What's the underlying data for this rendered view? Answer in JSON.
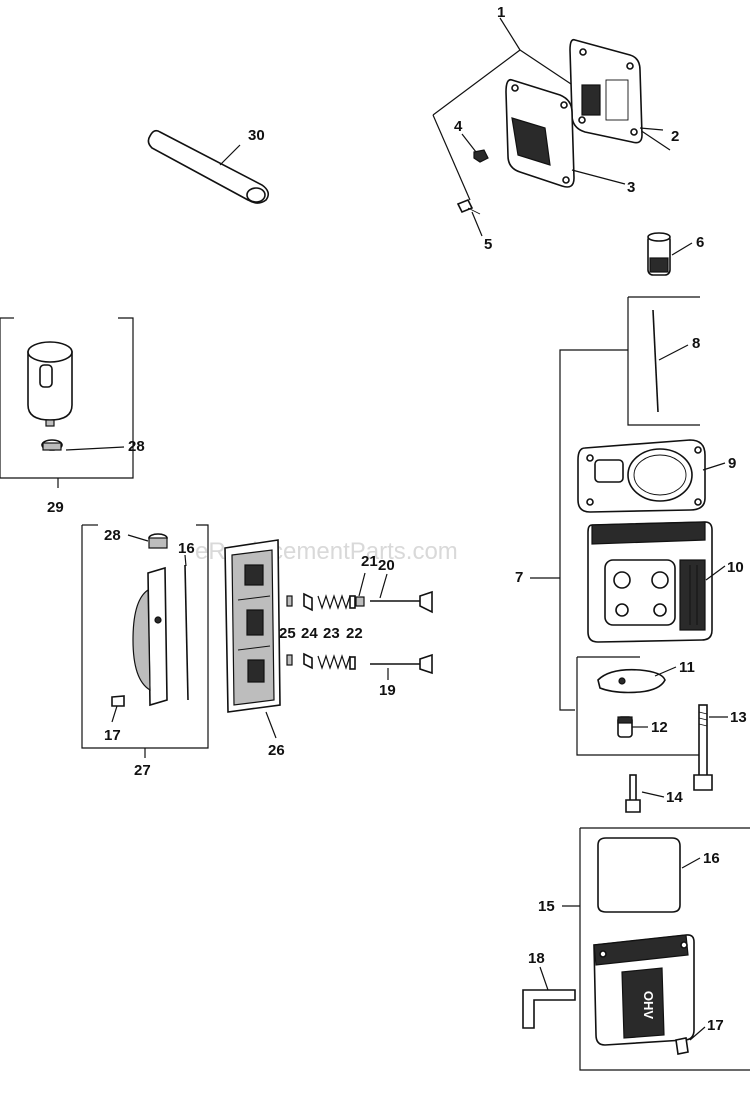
{
  "watermark": "eReplacementParts.com",
  "callouts": {
    "c1": "1",
    "c2": "2",
    "c3": "3",
    "c4": "4",
    "c5": "5",
    "c6": "6",
    "c7": "7",
    "c8": "8",
    "c9": "9",
    "c10": "10",
    "c11": "11",
    "c12": "12",
    "c13": "13",
    "c14": "14",
    "c15": "15",
    "c16a": "16",
    "c16b": "16",
    "c17a": "17",
    "c17b": "17",
    "c18": "18",
    "c19": "19",
    "c20": "20",
    "c21": "21",
    "c22": "22",
    "c23": "23",
    "c24": "24",
    "c25": "25",
    "c26": "26",
    "c27": "27",
    "c28a": "28",
    "c28b": "28",
    "c29": "29",
    "c30": "30"
  },
  "valve_cover_logo": "OHV"
}
